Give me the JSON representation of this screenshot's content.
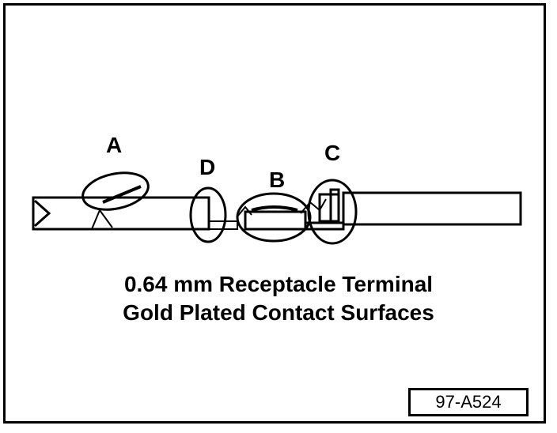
{
  "figure": {
    "callouts": {
      "a": "A",
      "b": "B",
      "c": "C",
      "d": "D"
    },
    "caption_line1": "0.64 mm Receptacle Terminal",
    "caption_line2": "Gold Plated Contact Surfaces",
    "figure_id": "97-A524"
  },
  "colors": {
    "ink": "#000000",
    "paper": "#ffffff"
  }
}
